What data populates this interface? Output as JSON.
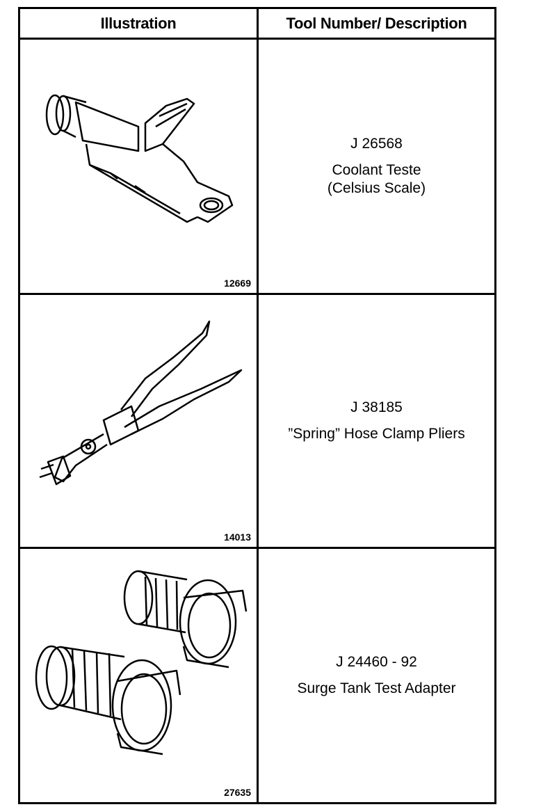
{
  "table": {
    "header_illustration": "Illustration",
    "header_description": "Tool Number/ Description"
  },
  "rows": [
    {
      "figure": "12669",
      "tool_number": "J 26568",
      "desc_line1": "Coolant Teste",
      "desc_line2": "(Celsius Scale)",
      "icon": "coolant-tester-icon"
    },
    {
      "figure": "14013",
      "tool_number": "J 38185",
      "desc_line1": "”Spring” Hose Clamp Pliers",
      "icon": "hose-clamp-pliers-icon"
    },
    {
      "figure": "27635",
      "tool_number": "J 24460 - 92",
      "desc_line1": "Surge Tank Test Adapter",
      "icon": "test-adapter-icon"
    }
  ]
}
